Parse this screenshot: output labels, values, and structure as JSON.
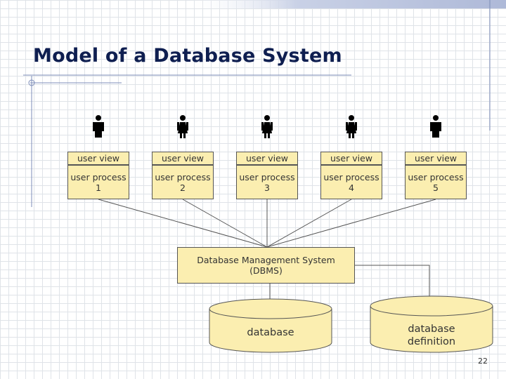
{
  "slide": {
    "title": "Model of a Database System",
    "page_number": "22"
  },
  "colors": {
    "box_fill": "#fbeeb0",
    "title_color": "#0e1e50",
    "person_color": "#000000"
  },
  "users": [
    {
      "view_label": "user view",
      "process_label": "user process\n1",
      "icon": "person-male-icon"
    },
    {
      "view_label": "user view",
      "process_label": "user process\n2",
      "icon": "person-female-icon"
    },
    {
      "view_label": "user view",
      "process_label": "user process\n3",
      "icon": "person-female-icon"
    },
    {
      "view_label": "user view",
      "process_label": "user process\n4",
      "icon": "person-female-icon"
    },
    {
      "view_label": "user view",
      "process_label": "user process\n5",
      "icon": "person-male-icon"
    }
  ],
  "dbms": {
    "label": "Database Management System\n(DBMS)"
  },
  "stores": {
    "database_label": "database",
    "definition_label": "database\ndefinition"
  }
}
